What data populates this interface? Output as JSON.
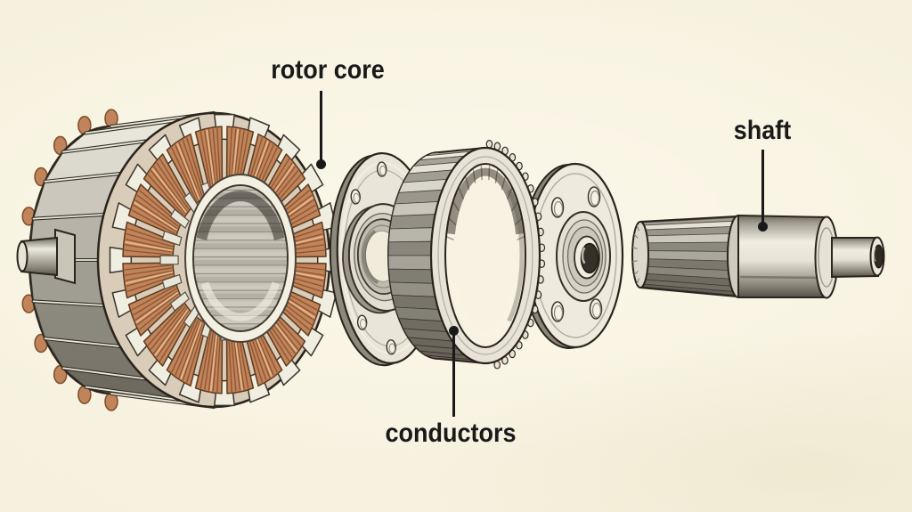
{
  "figure": {
    "labels": {
      "rotor_core": "rotor core",
      "conductors": "conductors",
      "shaft": "shaft"
    },
    "colors": {
      "background": "#f7f2e1",
      "ink": "#2a241c",
      "label_text": "#191919",
      "copper": "#c0835a",
      "copper_dark": "#7c4e2a",
      "copper_light": "#e9bc90",
      "metal_light": "#f0ede1",
      "metal_mid": "#c9c5b8",
      "metal_dark": "#6d695f",
      "face_ring": "#d9cdb9"
    }
  }
}
